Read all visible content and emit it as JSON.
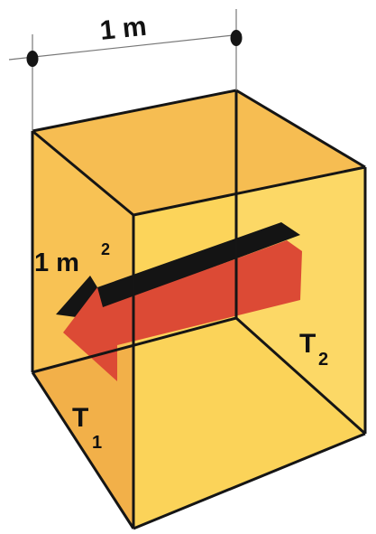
{
  "diagram": {
    "dimension_label": "1 m",
    "area_label": "1 m",
    "area_superscript": "2",
    "temp_near": {
      "symbol": "T",
      "subscript": "1"
    },
    "temp_far": {
      "symbol": "T",
      "subscript": "2"
    }
  },
  "colors": {
    "background": "#ffffff",
    "front_face": "#fcd55a",
    "left_face": "#f8c254",
    "top_face": "#f6bd52",
    "interior_floor": "#f2b049",
    "edge": "#151515",
    "arrow_body": "#dc4a35",
    "arrow_shadow": "#141414",
    "dimension_dot": "#151515"
  }
}
